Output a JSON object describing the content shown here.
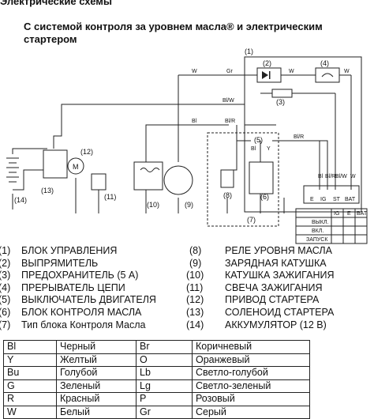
{
  "header": "Электрические схемы",
  "title_line1": "С системой контроля за уровнем масла® и электрическим",
  "title_line2": "стартером",
  "diagram": {
    "wire_labels": [
      "W",
      "Gr",
      "W",
      "W",
      "Bl/W",
      "Bl",
      "Bl/R",
      "Bl/R",
      "Bl",
      "Y",
      "Bl",
      "Bl/R",
      "Bl/W",
      "W"
    ],
    "terminal_labels": [
      "E",
      "IG",
      "ST",
      "BAT"
    ],
    "switch_table": {
      "cols": [
        "IG",
        "E",
        "BAT"
      ],
      "rows": [
        "ВЫКЛ.",
        "ВКЛ.",
        "ЗАПУСК"
      ]
    },
    "component_numbers": [
      "(1)",
      "(2)",
      "(3)",
      "(4)",
      "(5)",
      "(6)",
      "(7)",
      "(8)",
      "(9)",
      "(10)",
      "(11)",
      "(12)",
      "(13)",
      "(14)"
    ]
  },
  "legend": [
    {
      "n": "(1)",
      "t": "БЛОК УПРАВЛЕНИЯ"
    },
    {
      "n": "(2)",
      "t": "ВЫПРЯМИТЕЛЬ"
    },
    {
      "n": "(3)",
      "t": "ПРЕДОХРАНИТЕЛЬ (5 А)"
    },
    {
      "n": "(4)",
      "t": "ПРЕРЫВАТЕЛЬ ЦЕПИ"
    },
    {
      "n": "(5)",
      "t": "ВЫКЛЮЧАТЕЛЬ ДВИГАТЕЛЯ"
    },
    {
      "n": "(6)",
      "t": "БЛОК КОНТРОЛЯ МАСЛА"
    },
    {
      "n": "(7)",
      "t": "Тип блока Контроля Масла"
    },
    {
      "n": "(8)",
      "t": "РЕЛЕ УРОВНЯ МАСЛА"
    },
    {
      "n": "(9)",
      "t": "ЗАРЯДНАЯ КАТУШКА"
    },
    {
      "n": "(10)",
      "t": "КАТУШКА ЗАЖИГАНИЯ"
    },
    {
      "n": "(11)",
      "t": "СВЕЧА ЗАЖИГАНИЯ"
    },
    {
      "n": "(12)",
      "t": "ПРИВОД СТАРТЕРА"
    },
    {
      "n": "(13)",
      "t": "СОЛЕНОИД СТАРТЕРА"
    },
    {
      "n": "(14)",
      "t": "АККУМУЛЯТОР (12 В)"
    }
  ],
  "colors": [
    {
      "c1": "Bl",
      "n1": "Черный",
      "c2": "Br",
      "n2": "Коричневый"
    },
    {
      "c1": "Y",
      "n1": "Желтый",
      "c2": "O",
      "n2": "Оранжевый"
    },
    {
      "c1": "Bu",
      "n1": "Голубой",
      "c2": "Lb",
      "n2": "Светло-голубой"
    },
    {
      "c1": "G",
      "n1": "Зеленый",
      "c2": "Lg",
      "n2": "Светло-зеленый"
    },
    {
      "c1": "R",
      "n1": "Красный",
      "c2": "P",
      "n2": "Розовый"
    },
    {
      "c1": "W",
      "n1": "Белый",
      "c2": "Gr",
      "n2": "Серый"
    }
  ]
}
